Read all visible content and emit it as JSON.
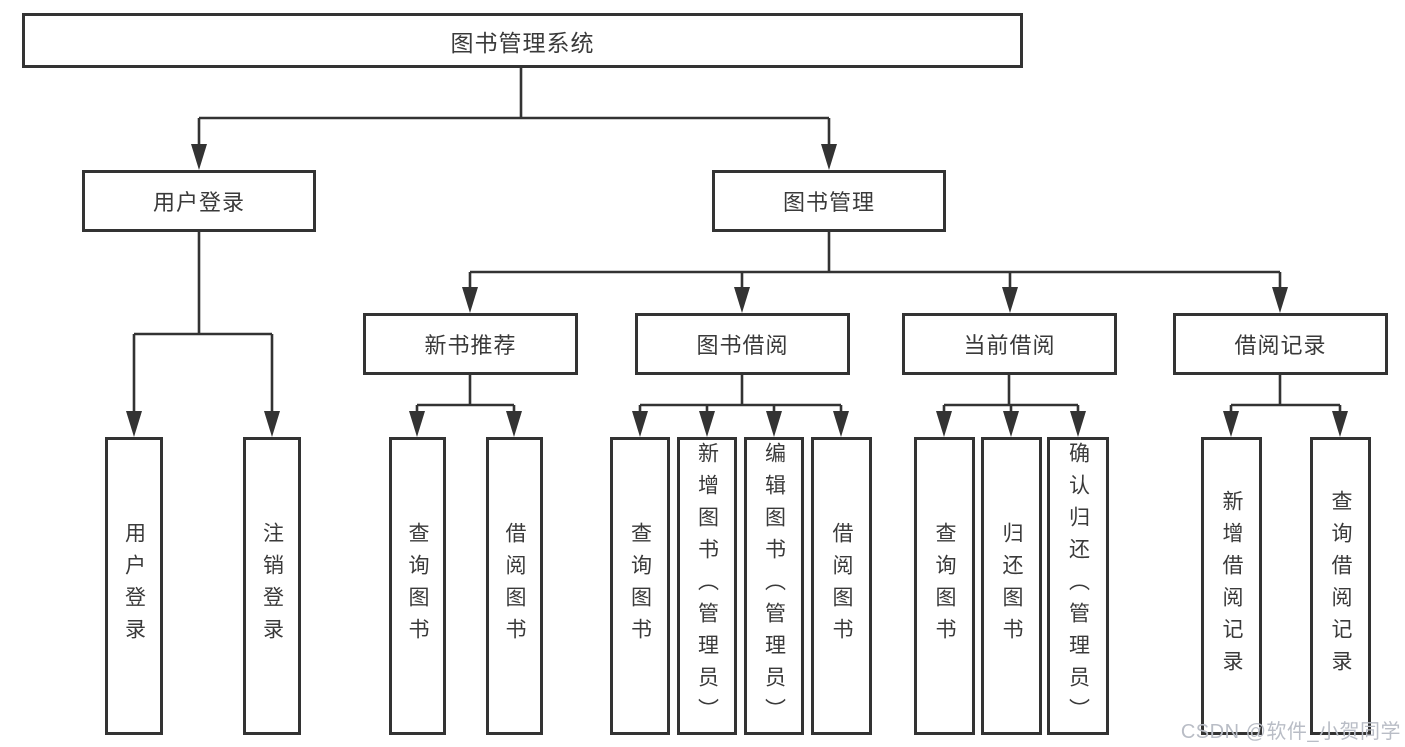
{
  "diagram": {
    "type": "hierarchy-tree",
    "root": {
      "label": "图书管理系统"
    },
    "level2": [
      {
        "label": "用户登录"
      },
      {
        "label": "图书管理"
      }
    ],
    "level3": [
      {
        "label": "新书推荐",
        "parent": "图书管理"
      },
      {
        "label": "图书借阅",
        "parent": "图书管理"
      },
      {
        "label": "当前借阅",
        "parent": "图书管理"
      },
      {
        "label": "借阅记录",
        "parent": "图书管理"
      }
    ],
    "leaves": [
      {
        "label": "用户登录",
        "parent": "用户登录"
      },
      {
        "label": "注销登录",
        "parent": "用户登录"
      },
      {
        "label": "查询图书",
        "parent": "新书推荐"
      },
      {
        "label": "借阅图书",
        "parent": "新书推荐"
      },
      {
        "label": "查询图书",
        "parent": "图书借阅"
      },
      {
        "label": "新增图书（管理员）",
        "parent": "图书借阅"
      },
      {
        "label": "编辑图书（管理员）",
        "parent": "图书借阅"
      },
      {
        "label": "借阅图书",
        "parent": "图书借阅"
      },
      {
        "label": "查询图书",
        "parent": "当前借阅"
      },
      {
        "label": "归还图书",
        "parent": "当前借阅"
      },
      {
        "label": "确认归还（管理员）",
        "parent": "当前借阅"
      },
      {
        "label": "新增借阅记录",
        "parent": "借阅记录"
      },
      {
        "label": "查询借阅记录",
        "parent": "借阅记录"
      }
    ],
    "hierarchy": {
      "label": "图书管理系统",
      "children": [
        {
          "label": "用户登录",
          "children": [
            {
              "label": "用户登录"
            },
            {
              "label": "注销登录"
            }
          ]
        },
        {
          "label": "图书管理",
          "children": [
            {
              "label": "新书推荐",
              "children": [
                {
                  "label": "查询图书"
                },
                {
                  "label": "借阅图书"
                }
              ]
            },
            {
              "label": "图书借阅",
              "children": [
                {
                  "label": "查询图书"
                },
                {
                  "label": "新增图书（管理员）"
                },
                {
                  "label": "编辑图书（管理员）"
                },
                {
                  "label": "借阅图书"
                }
              ]
            },
            {
              "label": "当前借阅",
              "children": [
                {
                  "label": "查询图书"
                },
                {
                  "label": "归还图书"
                },
                {
                  "label": "确认归还（管理员）"
                }
              ]
            },
            {
              "label": "借阅记录",
              "children": [
                {
                  "label": "新增借阅记录"
                },
                {
                  "label": "查询借阅记录"
                }
              ]
            }
          ]
        }
      ]
    }
  },
  "watermark": {
    "text": "CSDN @软件_小贺同学"
  },
  "colors": {
    "line": "#333333",
    "box_border": "#333333",
    "text": "#3a3a3a",
    "background": "#ffffff",
    "watermark": "#b9bdc6"
  }
}
